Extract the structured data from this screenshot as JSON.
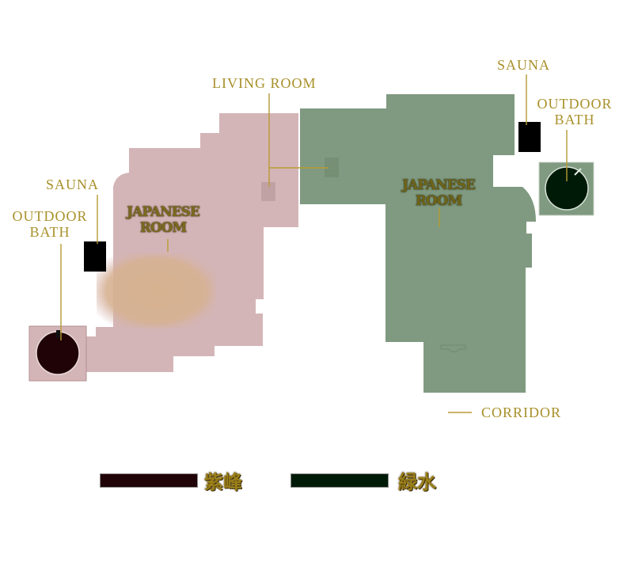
{
  "labels": {
    "living_room": "LIVING ROOM",
    "sauna_left": "SAUNA",
    "outdoor_bath_left_1": "OUTDOOR",
    "outdoor_bath_left_2": "BATH",
    "sauna_right": "SAUNA",
    "outdoor_bath_right_1": "OUTDOOR",
    "outdoor_bath_right_2": "BATH",
    "corridor": "CORRIDOR"
  },
  "rooms": {
    "pink_japanese_1": "JAPANESE",
    "pink_japanese_2": "ROOM",
    "green_japanese_1": "JAPANESE",
    "green_japanese_2": "ROOM"
  },
  "legend": [
    {
      "name": "紫峰",
      "color": "#200306"
    },
    {
      "name": "緑水",
      "color": "#001a08"
    }
  ],
  "colors": {
    "pink_floor": "#d4b5b7",
    "green_floor": "#7f9a80",
    "label_gold": "#a8902a",
    "sauna_black": "#000000"
  }
}
